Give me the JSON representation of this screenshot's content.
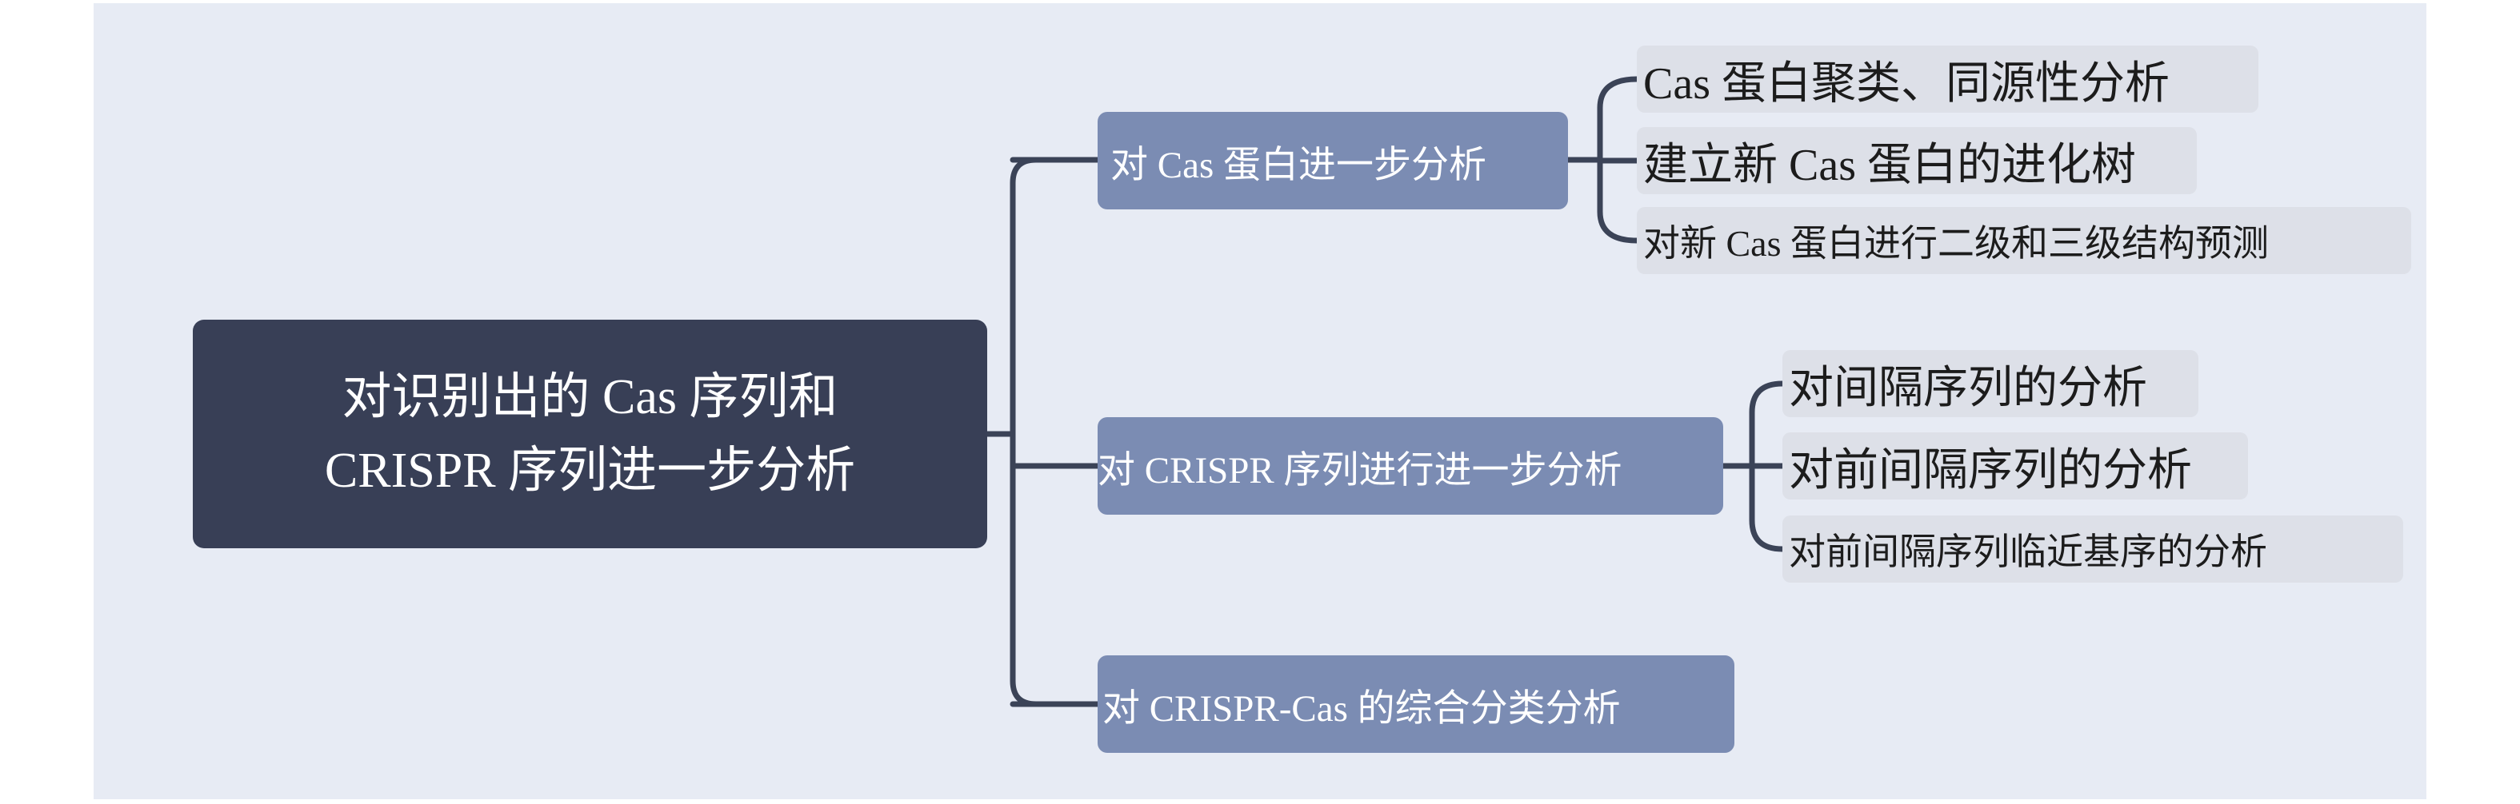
{
  "root": {
    "line1": "对识别出的 Cas 序列和",
    "line2": "CRISPR 序列进一步分析"
  },
  "branches": [
    {
      "label": "对 Cas 蛋白进一步分析",
      "children": [
        "Cas 蛋白聚类、同源性分析",
        "建立新 Cas 蛋白的进化树",
        "对新 Cas 蛋白进行二级和三级结构预测"
      ]
    },
    {
      "label": "对 CRISPR 序列进行进一步分析",
      "children": [
        "对间隔序列的分析",
        "对前间隔序列的分析",
        "对前间隔序列临近基序的分析"
      ]
    },
    {
      "label": "对 CRISPR-Cas 的综合分类分析",
      "children": []
    }
  ],
  "colors": {
    "background": "#e7ebf4",
    "root_fill": "#383f56",
    "branch_fill": "#7b8cb3",
    "leaf_fill": "#dde0e8",
    "connector": "#3b4357"
  }
}
